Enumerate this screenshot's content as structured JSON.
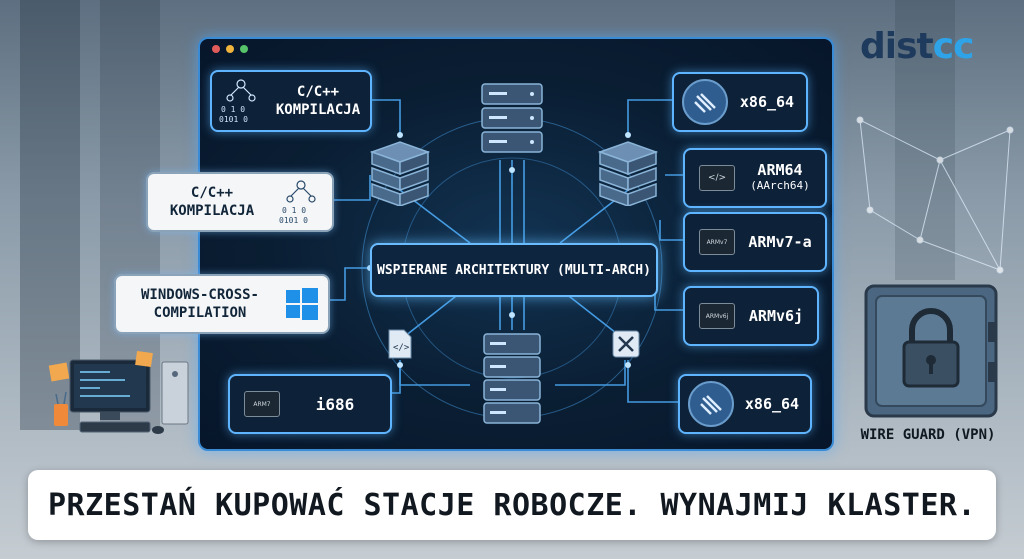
{
  "logo": {
    "part1": "dist",
    "part2": "cc",
    "color1": "#1e3a5c",
    "color2": "#2ea3e8"
  },
  "center_label": "WSPIERANE ARCHITEKTURY (MULTI-ARCH)",
  "left_cards": [
    {
      "line1": "C/C++",
      "line2": "KOMPILACJA",
      "icon": "binary-tree-icon"
    },
    {
      "line1": "C/C++",
      "line2": "KOMPILACJA",
      "icon": "binary-tree-icon"
    },
    {
      "line1": "WINDOWS-CROSS-",
      "line2": "COMPILATION",
      "icon": "windows-logo-icon"
    },
    {
      "line1": "i686",
      "chip_text": "ARM7",
      "icon": "cpu-chip-icon"
    }
  ],
  "right_cards": [
    {
      "label": "x86_64",
      "icon": "stripes-badge-icon"
    },
    {
      "label": "ARM64",
      "sub": "(AArch64)",
      "icon": "code-chip-icon"
    },
    {
      "label": "ARMv7-a",
      "chip_text": "ARMv7",
      "icon": "cpu-chip-icon"
    },
    {
      "label": "ARMv6j",
      "chip_text": "ARMv6j",
      "icon": "cpu-chip-icon"
    },
    {
      "label": "x86_64",
      "icon": "stripes-badge-icon"
    }
  ],
  "vpn": {
    "label": "WIRE GUARD (VPN)",
    "icon": "lock-icon"
  },
  "banner": {
    "text": "PRZESTAŃ KUPOWAĆ STACJE ROBOCZE. WYNAJMIJ KLASTER."
  },
  "colors": {
    "accent": "#5fb4ff",
    "panel": "#0a1e33",
    "window_dots": [
      "#e25b5b",
      "#f0b43c",
      "#58c46a"
    ]
  }
}
